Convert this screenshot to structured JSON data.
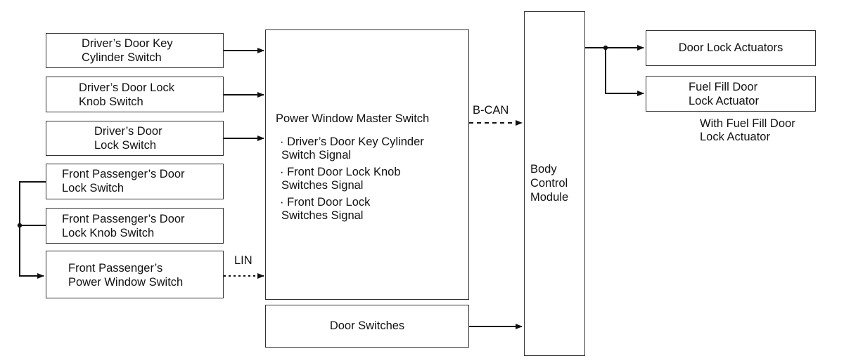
{
  "inputs": {
    "drivers_door_key_cylinder_switch": [
      "Driver’s Door Key",
      "Cylinder Switch"
    ],
    "drivers_door_lock_knob_switch": [
      "Driver’s Door Lock",
      "Knob Switch"
    ],
    "drivers_door_lock_switch": [
      "Driver’s Door",
      "Lock Switch"
    ],
    "front_passengers_door_lock_switch": [
      "Front Passenger’s Door",
      "Lock Switch"
    ],
    "front_passengers_door_lock_knob_switch": [
      "Front Passenger’s Door",
      "Lock Knob Switch"
    ],
    "front_passengers_power_window_switch": [
      "Front Passenger’s",
      "Power Window Switch"
    ]
  },
  "master_switch": {
    "title": "Power Window Master Switch",
    "signals": [
      [
        "· Driver’s Door Key Cylinder",
        "Switch Signal"
      ],
      [
        "· Front Door Lock Knob",
        "Switches Signal"
      ],
      [
        "· Front Door Lock",
        "Switches Signal"
      ]
    ]
  },
  "door_switches": "Door Switches",
  "body_control_module": [
    "Body",
    "Control",
    "Module"
  ],
  "outputs": {
    "door_lock_actuators": "Door Lock Actuators",
    "fuel_fill_door_lock_actuator": [
      "Fuel Fill Door",
      "Lock Actuator"
    ],
    "fuel_fill_note": [
      "With Fuel Fill Door",
      "Lock Actuator"
    ]
  },
  "connection_labels": {
    "b_can": "B-CAN",
    "lin": "LIN"
  }
}
